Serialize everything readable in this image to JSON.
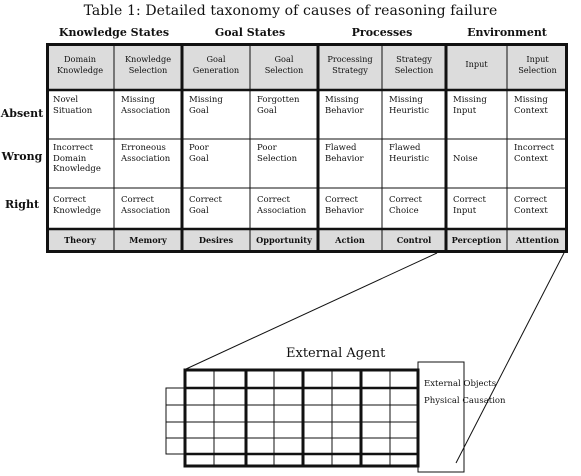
{
  "caption": "Table 1: Detailed taxonomy of causes of reasoning failure",
  "groups": [
    "Knowledge States",
    "Goal States",
    "Processes",
    "Environment"
  ],
  "row_labels": [
    "Absent",
    "Wrong",
    "Right"
  ],
  "columns": [
    {
      "header": [
        "Domain",
        "Knowledge"
      ],
      "absent": [
        "Novel",
        "Situation"
      ],
      "wrong": [
        "Incorrect",
        "Domain",
        "Knowledge"
      ],
      "right": [
        "Correct",
        "Knowledge"
      ],
      "footer": "Theory"
    },
    {
      "header": [
        "Knowledge",
        "Selection"
      ],
      "absent": [
        "Missing",
        "Association"
      ],
      "wrong": [
        "Erroneous",
        "Association"
      ],
      "right": [
        "Correct",
        "Association"
      ],
      "footer": "Memory"
    },
    {
      "header": [
        "Goal",
        "Generation"
      ],
      "absent": [
        "Missing",
        "Goal"
      ],
      "wrong": [
        "Poor",
        "Goal"
      ],
      "right": [
        "Correct",
        "Goal"
      ],
      "footer": "Desires"
    },
    {
      "header": [
        "Goal",
        "Selection"
      ],
      "absent": [
        "Forgotten",
        "Goal"
      ],
      "wrong": [
        "Poor",
        "Selection"
      ],
      "right": [
        "Correct",
        "Association"
      ],
      "footer": "Opportunity"
    },
    {
      "header": [
        "Processing",
        "Strategy"
      ],
      "absent": [
        "Missing",
        "Behavior"
      ],
      "wrong": [
        "Flawed",
        "Behavior"
      ],
      "right": [
        "Correct",
        "Behavior"
      ],
      "footer": "Action"
    },
    {
      "header": [
        "Strategy",
        "Selection"
      ],
      "absent": [
        "Missing",
        "Heuristic"
      ],
      "wrong": [
        "Flawed",
        "Heuristic"
      ],
      "right": [
        "Correct",
        "Choice"
      ],
      "footer": "Control"
    },
    {
      "header": [
        "Input"
      ],
      "absent": [
        "Missing",
        "Input"
      ],
      "wrong": [
        "",
        "Noise"
      ],
      "right": [
        "Correct",
        "Input"
      ],
      "footer": "Perception"
    },
    {
      "header": [
        "Input",
        "Selection"
      ],
      "absent": [
        "Missing",
        "Context"
      ],
      "wrong": [
        "Incorrect",
        "Context"
      ],
      "right": [
        "Correct",
        "Context"
      ],
      "footer": "Attention"
    }
  ],
  "agent": {
    "title": "External Agent",
    "labels": [
      "External Objects",
      "Physical Causation"
    ]
  },
  "colors": {
    "header_fill": "#dcdcdc",
    "line": "#111111"
  }
}
